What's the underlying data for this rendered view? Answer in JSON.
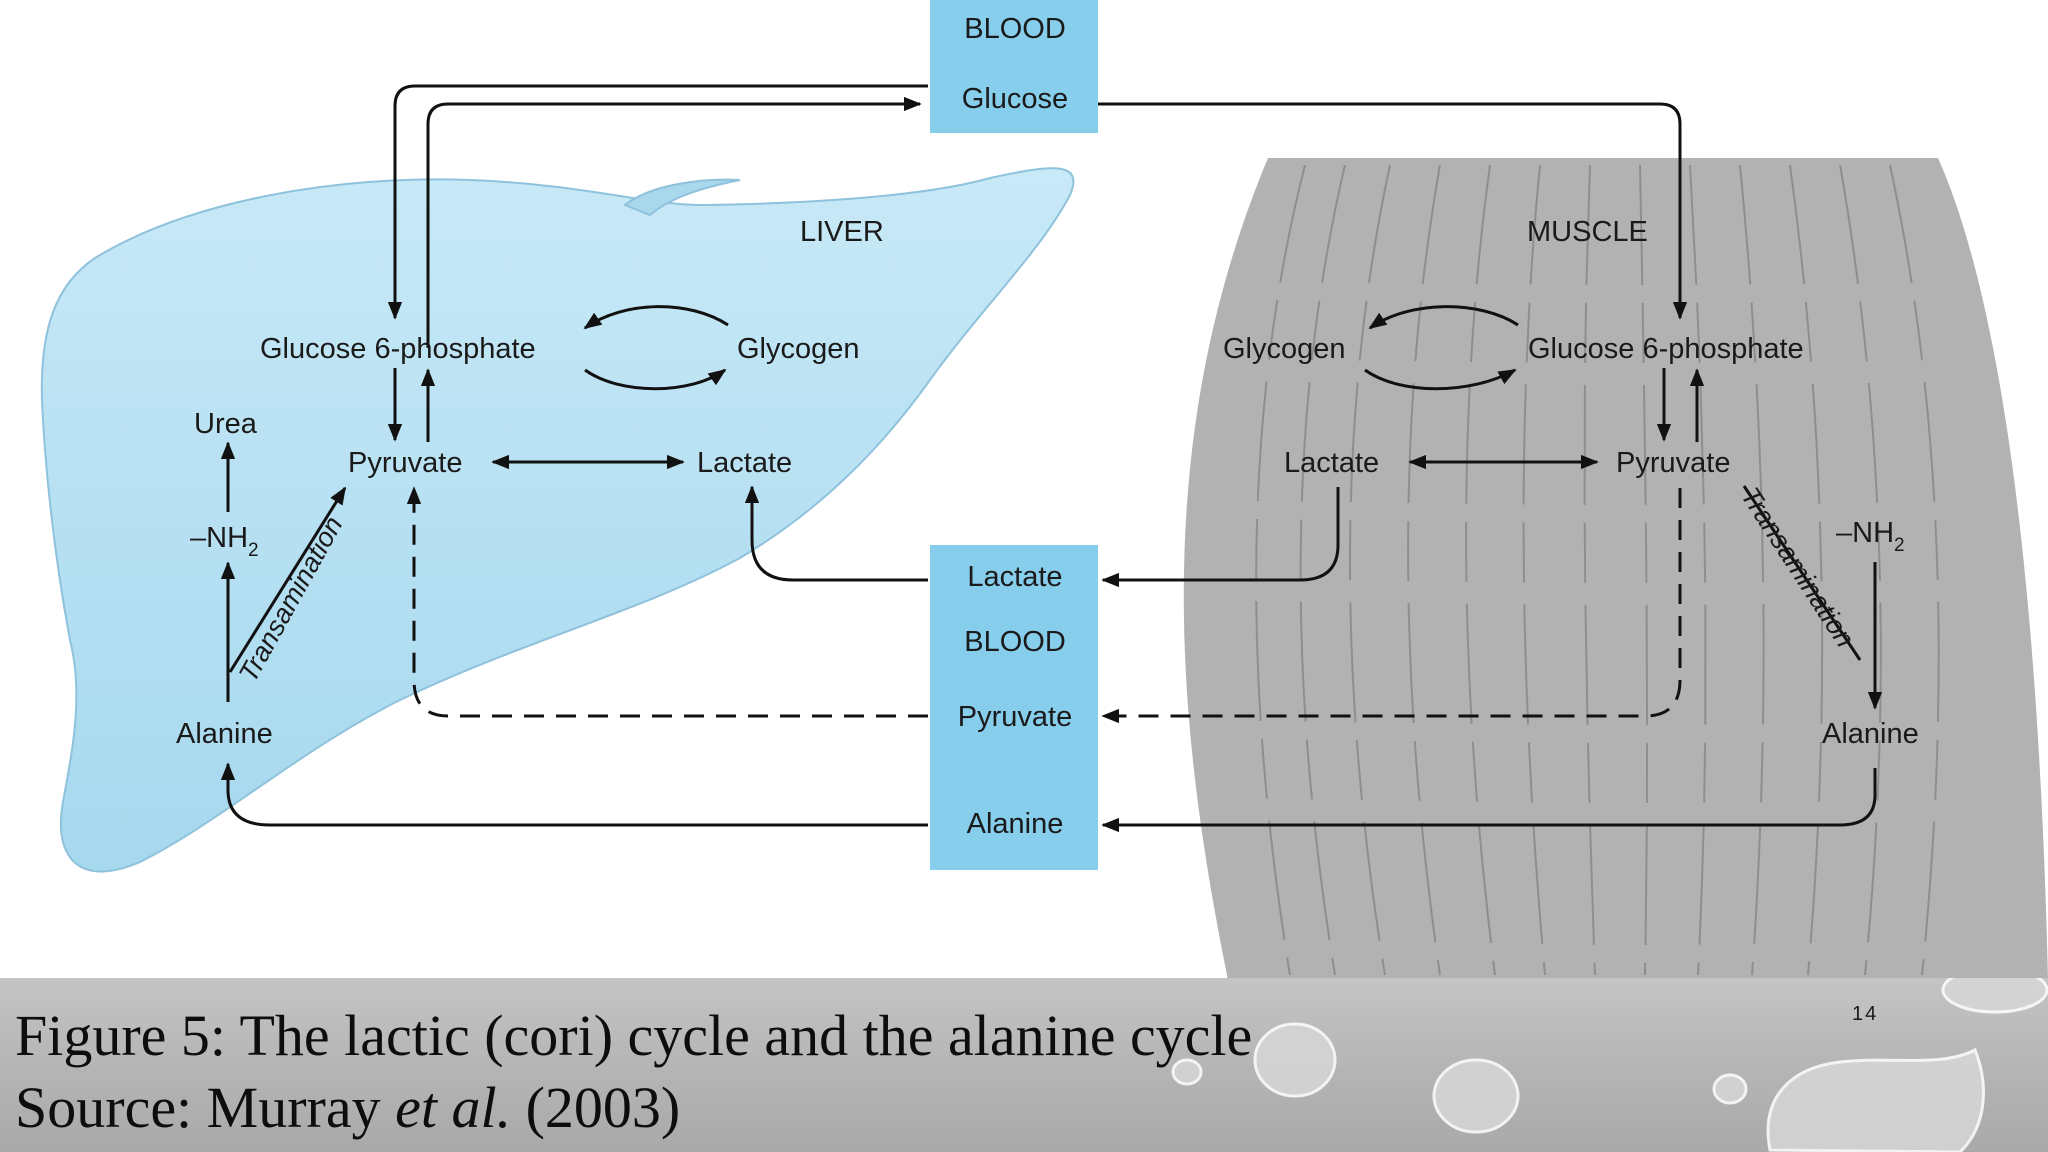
{
  "blood_top": {
    "header": "BLOOD",
    "glucose": "Glucose"
  },
  "liver": {
    "title": "LIVER",
    "glucose6p": "Glucose 6-phosphate",
    "glycogen": "Glycogen",
    "urea": "Urea",
    "nh2": "–NH",
    "nh2_subscript": "2",
    "pyruvate": "Pyruvate",
    "lactate": "Lactate",
    "transamination": "Transamination",
    "alanine": "Alanine"
  },
  "muscle": {
    "title": "MUSCLE",
    "glycogen": "Glycogen",
    "glucose6p": "Glucose 6-phosphate",
    "lactate": "Lactate",
    "pyruvate": "Pyruvate",
    "transamination": "Transamination",
    "nh2": "–NH",
    "nh2_subscript": "2",
    "alanine": "Alanine"
  },
  "blood_bottom": {
    "lactate": "Lactate",
    "header": "BLOOD",
    "pyruvate": "Pyruvate",
    "alanine": "Alanine"
  },
  "caption": {
    "line1": "Figure 5: The lactic (cori) cycle and the alanine cycle",
    "line2_prefix": "Source: Murray ",
    "line2_italic": "et al.",
    "line2_suffix": " (2003)"
  },
  "page_number": "14",
  "colors": {
    "liver_fill": "#b6e0f2",
    "blood_box": "#87cdec",
    "muscle_fill": "#b2b2b2",
    "arrow": "#111111"
  }
}
